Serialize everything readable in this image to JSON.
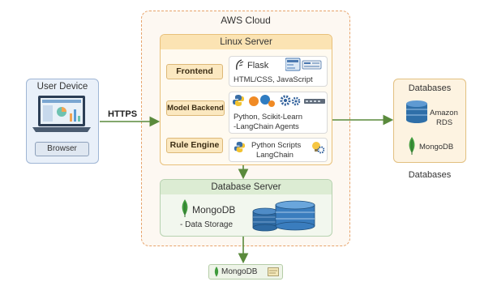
{
  "cloud": {
    "title": "AWS Cloud"
  },
  "linux_server": {
    "title": "Linux Server",
    "rows": [
      {
        "tag": "Frontend",
        "line1": "Flask",
        "line2": "HTML/CSS, JavaScript"
      },
      {
        "tag": "Model Backend",
        "line1": "Python, Scikit-Learn",
        "line2": "-LangChain Agents"
      },
      {
        "tag": "Rule Engine",
        "line1": "Python Scripts",
        "line2": "LangChain"
      }
    ]
  },
  "database_server": {
    "title": "Database Server",
    "db_name": "MongoDB",
    "db_desc": "- Data Storage"
  },
  "user_device": {
    "title": "User Device",
    "button": "Browser"
  },
  "connection": {
    "label": "HTTPS"
  },
  "databases": {
    "title": "Databases",
    "rds_line1": "Amazon",
    "rds_line2": "RDS",
    "mongo": "MongoDB",
    "caption": "Databases"
  },
  "bottom": {
    "label": "MongoDB"
  },
  "colors": {
    "arrow": "#5a8a3c",
    "mongo_leaf": "#3f9b3c",
    "db_blue": "#2f6fa8"
  }
}
